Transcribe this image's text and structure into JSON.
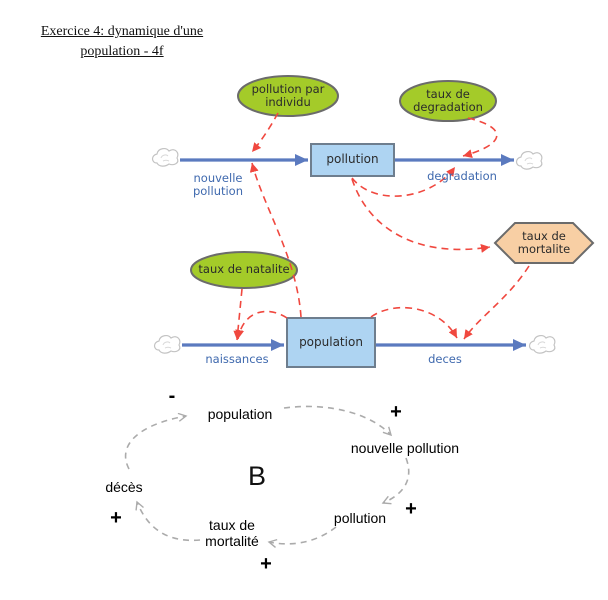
{
  "title": {
    "line1": "Exercice 4: dynamique d'une",
    "line2": "population - 4f"
  },
  "sd": {
    "stocks": {
      "pollution": "pollution",
      "population": "population"
    },
    "flows": {
      "nouvelle_pollution": "nouvelle pollution",
      "degradation": "degradation",
      "naissances": "naissances",
      "deces": "deces"
    },
    "converters": {
      "pollution_par_individu": "pollution par individu",
      "taux_de_degradation": "taux de degradation",
      "taux_de_natalite": "taux de natalite",
      "taux_de_mortalite": "taux de mortalite"
    }
  },
  "loop": {
    "label": "B",
    "nodes": {
      "population": "population",
      "nouvelle_pollution": "nouvelle pollution",
      "pollution": "pollution",
      "taux_de_mortalite": "taux de mortalité",
      "deces": "décès"
    },
    "signs": {
      "deces_population": "-",
      "population_nouvelle_pollution": "+",
      "nouvelle_pollution_pollution": "+",
      "pollution_taux_mortalite": "+",
      "taux_mortalite_deces": "+"
    }
  },
  "colors": {
    "converter_fill": "#a4cb29",
    "converter_stroke": "#6b6b6b",
    "stock_fill": "#aed4f2",
    "stock_stroke": "#6e7e8e",
    "hexagon_fill": "#f8cfa4",
    "flow_arrow": "#5b7abf",
    "flow_label": "#3f69ae",
    "dependency_link": "#f0483f",
    "loop_link": "#ababab"
  }
}
